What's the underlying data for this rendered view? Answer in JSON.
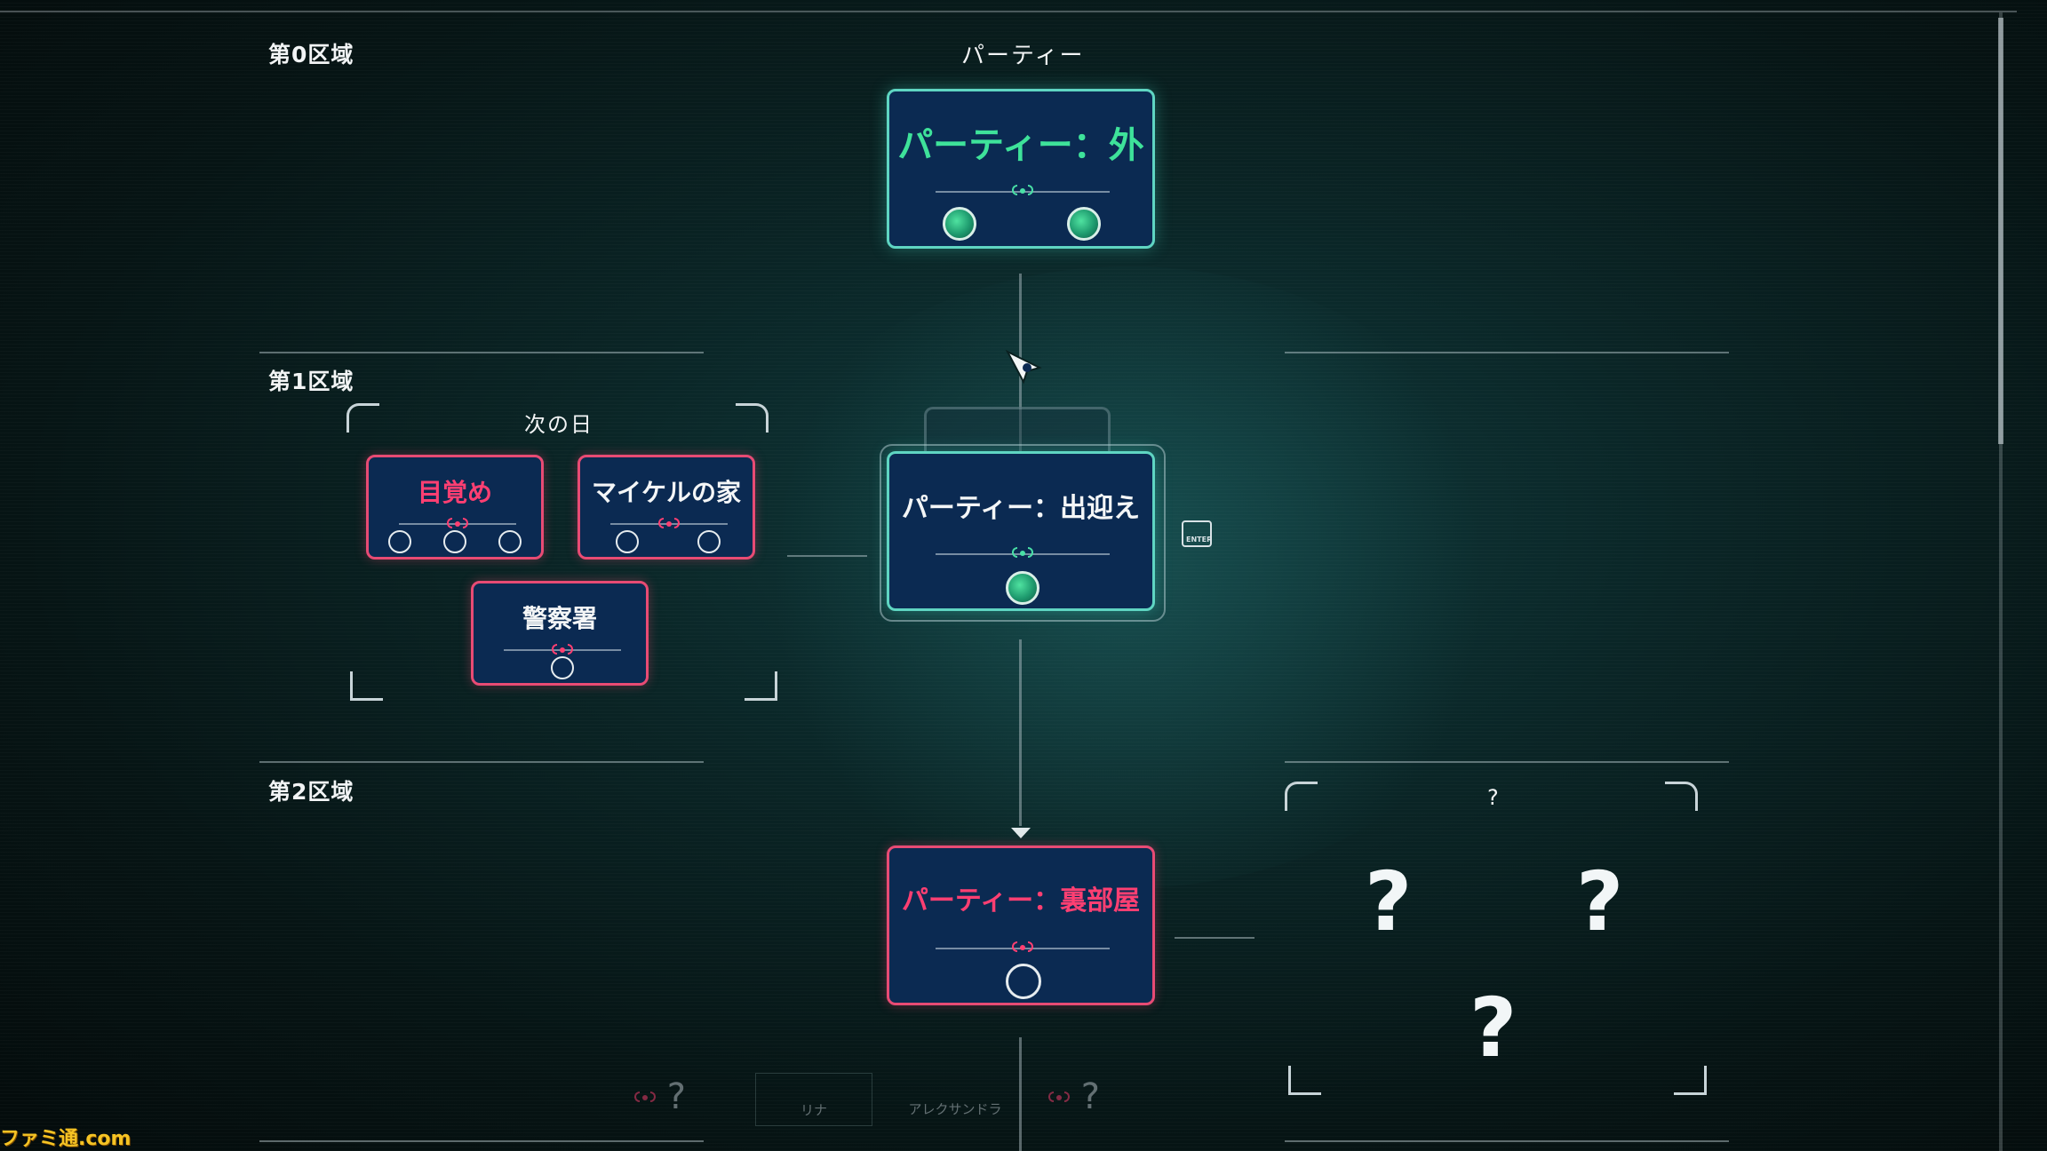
{
  "zones": {
    "zone0": "第0区域",
    "zone1": "第1区域",
    "zone2": "第2区域"
  },
  "column_title": "パーティー",
  "nodes": {
    "party_outside": {
      "title": "パーティー：外",
      "status": "completed",
      "orbs": 2
    },
    "party_welcome": {
      "title": "パーティー：出迎え",
      "status": "selected",
      "orbs": 1
    },
    "party_backroom": {
      "title": "パーティー：裏部屋",
      "status": "unplayed",
      "slots": 1
    }
  },
  "next_day_group": {
    "label": "次の日",
    "nodes": [
      {
        "title": "目覚め",
        "slots": 3
      },
      {
        "title": "マイケルの家",
        "slots": 2
      },
      {
        "title": "警察署",
        "slots": 1
      }
    ]
  },
  "unknown_group": {
    "label": "?",
    "marks": [
      "?",
      "?",
      "?"
    ]
  },
  "bottom_bar": {
    "items": [
      "?",
      "リナ",
      "アレクサンドラ",
      "?"
    ]
  },
  "enter_icon_label": "ENTER",
  "watermark": "ファミ通.com",
  "colors": {
    "completed_title": "#3ee29a",
    "unplayed_title": "#ff3f72",
    "card_bg": "#0b2a52",
    "teal_border": "#5fd5c2",
    "pink_border": "#e84b74"
  }
}
